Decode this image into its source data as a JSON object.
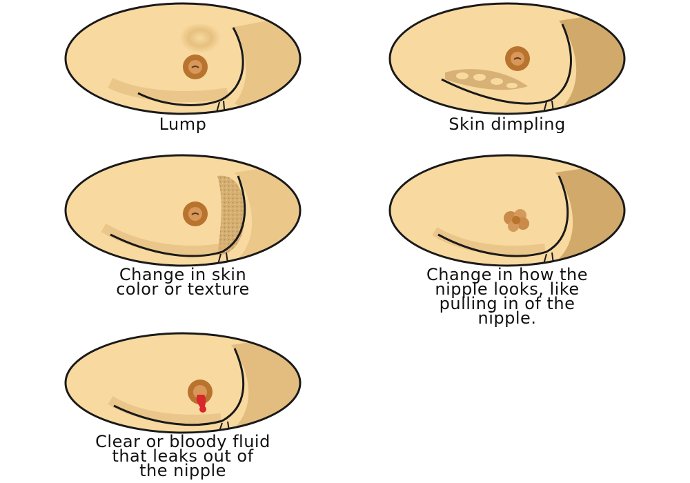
{
  "colors": {
    "skin": "#f8d9a0",
    "outline": "#1a1a1a",
    "shadow": "#c49a5a",
    "nipple_outer": "#b8732e",
    "nipple_inner": "#d9975a",
    "blood": "#d8282b"
  },
  "panels": [
    {
      "id": "lump",
      "caption_lines": [
        "Lump"
      ]
    },
    {
      "id": "dimpling",
      "caption_lines": [
        "Skin dimpling"
      ]
    },
    {
      "id": "skin-change",
      "caption_lines": [
        "Change in skin",
        "color or texture"
      ]
    },
    {
      "id": "nipple-change",
      "caption_lines": [
        "Change in how the",
        "nipple looks, like",
        "pulling in of the",
        "nipple."
      ]
    },
    {
      "id": "fluid",
      "caption_lines": [
        "Clear or bloody fluid",
        "that leaks out of",
        "the nipple"
      ]
    }
  ]
}
